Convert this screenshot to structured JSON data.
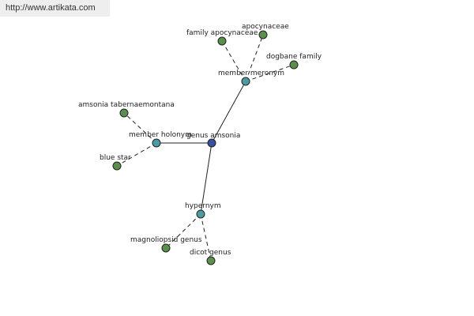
{
  "header": {
    "url": "http://www.artikata.com"
  },
  "colors": {
    "leaf": "#5a8f4e",
    "relation": "#4e9aa3",
    "root": "#3b4fa0",
    "edge": "#222222"
  },
  "graph": {
    "nodes": [
      {
        "id": "genus-amsonia",
        "label": "genus amsonia",
        "kind": "root"
      },
      {
        "id": "member-meronym",
        "label": "member meronym",
        "kind": "relation"
      },
      {
        "id": "member-holonym",
        "label": "member holonym",
        "kind": "relation"
      },
      {
        "id": "hypernym",
        "label": "hypernym",
        "kind": "relation"
      },
      {
        "id": "family-apocynaceae",
        "label": "family apocynaceae",
        "kind": "leaf"
      },
      {
        "id": "apocynaceae",
        "label": "apocynaceae",
        "kind": "leaf"
      },
      {
        "id": "dogbane-family",
        "label": "dogbane family",
        "kind": "leaf"
      },
      {
        "id": "amsonia-tabernaemontana",
        "label": "amsonia tabernaemontana",
        "kind": "leaf"
      },
      {
        "id": "blue-star",
        "label": "blue star",
        "kind": "leaf"
      },
      {
        "id": "magnoliopsid-genus",
        "label": "magnoliopsid genus",
        "kind": "leaf"
      },
      {
        "id": "dicot-genus",
        "label": "dicot genus",
        "kind": "leaf"
      }
    ],
    "edges": [
      {
        "from": "genus-amsonia",
        "to": "member-meronym",
        "style": "solid"
      },
      {
        "from": "genus-amsonia",
        "to": "member-holonym",
        "style": "solid"
      },
      {
        "from": "genus-amsonia",
        "to": "hypernym",
        "style": "solid"
      },
      {
        "from": "member-meronym",
        "to": "family-apocynaceae",
        "style": "dashed"
      },
      {
        "from": "member-meronym",
        "to": "apocynaceae",
        "style": "dashed"
      },
      {
        "from": "member-meronym",
        "to": "dogbane-family",
        "style": "dashed"
      },
      {
        "from": "member-holonym",
        "to": "amsonia-tabernaemontana",
        "style": "dashed"
      },
      {
        "from": "member-holonym",
        "to": "blue-star",
        "style": "dashed"
      },
      {
        "from": "hypernym",
        "to": "magnoliopsid-genus",
        "style": "dashed"
      },
      {
        "from": "hypernym",
        "to": "dicot-genus",
        "style": "dashed"
      }
    ]
  }
}
